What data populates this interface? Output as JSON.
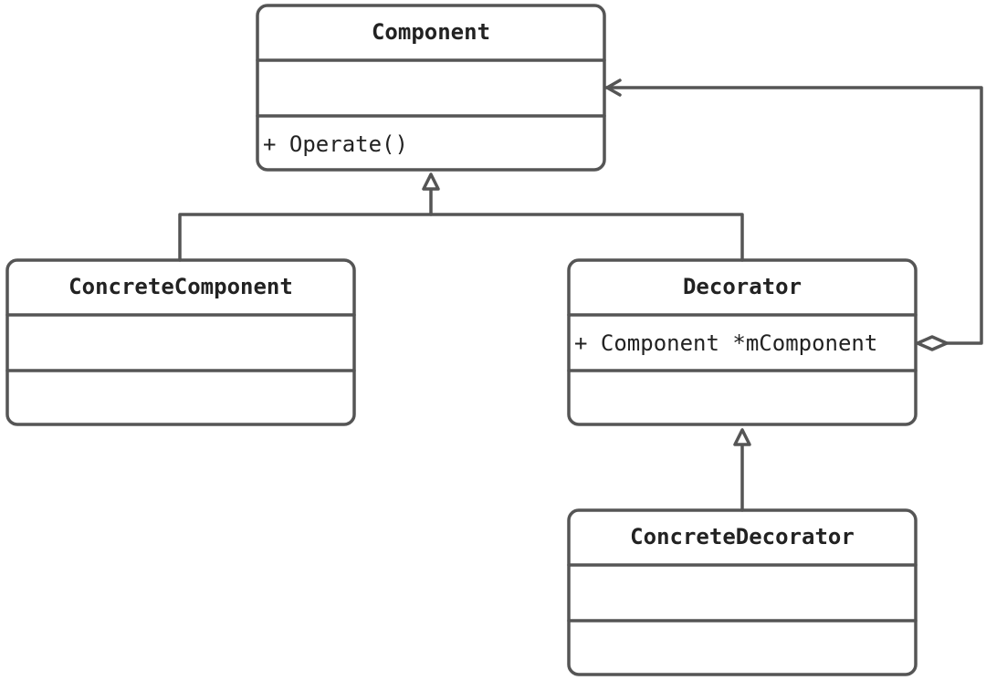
{
  "diagram": {
    "classes": {
      "component": {
        "name": "Component",
        "attributes": [],
        "operations": [
          "+ Operate()"
        ]
      },
      "concrete_component": {
        "name": "ConcreteComponent",
        "attributes": [],
        "operations": []
      },
      "decorator": {
        "name": "Decorator",
        "attributes": [
          "+ Component *mComponent"
        ],
        "operations": []
      },
      "concrete_decorator": {
        "name": "ConcreteDecorator",
        "attributes": [],
        "operations": []
      }
    },
    "relationships": [
      {
        "type": "generalization",
        "from": "ConcreteComponent",
        "to": "Component"
      },
      {
        "type": "generalization",
        "from": "Decorator",
        "to": "Component"
      },
      {
        "type": "generalization",
        "from": "ConcreteDecorator",
        "to": "Decorator"
      },
      {
        "type": "aggregation",
        "from": "Decorator",
        "to": "Component"
      }
    ],
    "colors": {
      "stroke": "#555555",
      "fill": "#ffffff",
      "text": "#222222"
    }
  }
}
